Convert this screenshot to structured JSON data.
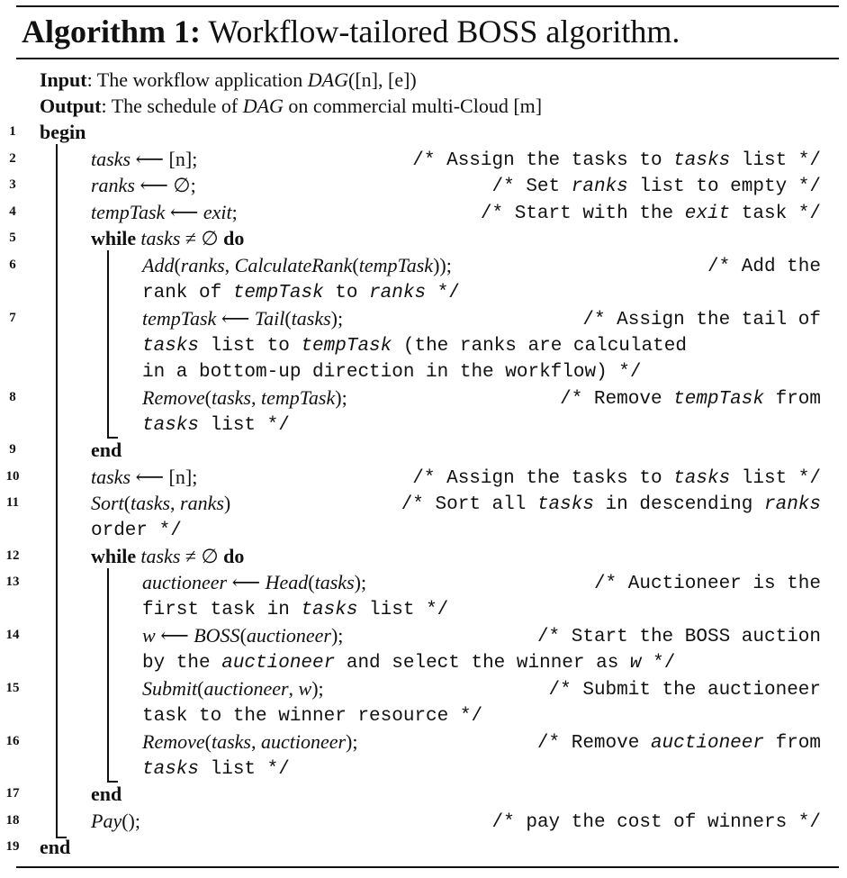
{
  "algorithm": {
    "caption_label": "Algorithm 1:",
    "caption_text": "Workflow-tailored BOSS algorithm.",
    "input_label": "Input",
    "input_text": ": The workflow application ",
    "input_math": "DAG",
    "input_args": "([n], [e])",
    "output_label": "Output",
    "output_text_1": ": The schedule of ",
    "output_math": "DAG",
    "output_text_2": " on commercial multi-Cloud [m]",
    "lines": {
      "l1": {
        "num": "1",
        "kw": "begin"
      },
      "l2": {
        "num": "2",
        "a": "tasks",
        "op": " ⟵ [n];",
        "c1": "/* Assign the tasks to ",
        "ci": "tasks",
        "c2": " list */"
      },
      "l3": {
        "num": "3",
        "a": "ranks",
        "op": " ⟵ ∅;",
        "c1": "/* Set ",
        "ci": "ranks",
        "c2": " list to empty */"
      },
      "l4": {
        "num": "4",
        "a": "tempTask",
        "op": " ⟵ ",
        "b": "exit",
        "op2": ";",
        "c1": "/* Start with the ",
        "ci": "exit",
        "c2": " task */"
      },
      "l5": {
        "num": "5",
        "kw": "while",
        "cond_a": "tasks",
        "cond_op": " ≠ ∅ ",
        "kw2": "do"
      },
      "l6": {
        "num": "6",
        "f": "Add",
        "p1": "(",
        "a": "ranks",
        "p2": ", ",
        "g": "CalculateRank",
        "p3": "(",
        "b": "tempTask",
        "p4": "));",
        "c1": "/* Add the",
        "cont1": "rank of ",
        "conti": "tempTask",
        "cont2": " to ",
        "conti2": "ranks",
        "cont3": " */"
      },
      "l7": {
        "num": "7",
        "a": "tempTask",
        "op": " ⟵ ",
        "f": "Tail",
        "p1": "(",
        "b": "tasks",
        "p2": ");",
        "c1": "/* Assign the tail of",
        "cont_i": "tasks",
        "cont_1": " list to ",
        "cont_i2": "tempTask",
        "cont_2": " (the ranks are calculated",
        "cont_3": "in a bottom-up direction in the workflow) */"
      },
      "l8": {
        "num": "8",
        "f": "Remove",
        "p1": "(",
        "a": "tasks",
        "p2": ", ",
        "b": "tempTask",
        "p3": ");",
        "c1": "/* Remove ",
        "ci": "tempTask",
        "c2": " from",
        "cont_i": "tasks",
        "cont_1": " list */"
      },
      "l9": {
        "num": "9",
        "kw": "end"
      },
      "l10": {
        "num": "10",
        "a": "tasks",
        "op": " ⟵ [n];",
        "c1": "/* Assign the tasks to ",
        "ci": "tasks",
        "c2": " list */"
      },
      "l11": {
        "num": "11",
        "f": "Sort",
        "p1": "(",
        "a": "tasks",
        "p2": ", ",
        "b": "ranks",
        "p3": ")",
        "c1": "/* Sort all ",
        "ci": "tasks",
        "c2": " in descending ",
        "ci2": "ranks",
        "cont_1": "order */"
      },
      "l12": {
        "num": "12",
        "kw": "while",
        "cond_a": "tasks",
        "cond_op": " ≠ ∅ ",
        "kw2": "do"
      },
      "l13": {
        "num": "13",
        "a": "auctioneer",
        "op": " ⟵ ",
        "f": "Head",
        "p1": "(",
        "b": "tasks",
        "p2": ");",
        "c1": "/* Auctioneer is the",
        "cont_1": "first task in ",
        "cont_i": "tasks",
        "cont_2": " list */"
      },
      "l14": {
        "num": "14",
        "a": "w",
        "op": " ⟵ ",
        "f": "BOSS",
        "p1": "(",
        "b": "auctioneer",
        "p2": ");",
        "c1": "/* Start the BOSS auction",
        "cont_1": "by the ",
        "cont_i": "auctioneer",
        "cont_2": " and select the winner as ",
        "cont_i2": "w",
        "cont_3": " */"
      },
      "l15": {
        "num": "15",
        "f": "Submit",
        "p1": "(",
        "a": "auctioneer",
        "p2": ", ",
        "b": "w",
        "p3": ");",
        "c1": "/* Submit the auctioneer",
        "cont_1": "task to the winner resource */"
      },
      "l16": {
        "num": "16",
        "f": "Remove",
        "p1": "(",
        "a": "tasks",
        "p2": ", ",
        "b": "auctioneer",
        "p3": ");",
        "c1": "/* Remove ",
        "ci": "auctioneer",
        "c2": " from",
        "cont_i": "tasks",
        "cont_1": " list */"
      },
      "l17": {
        "num": "17",
        "kw": "end"
      },
      "l18": {
        "num": "18",
        "f": "Pay",
        "p1": "();",
        "c1": "/* pay the cost of winners */"
      },
      "l19": {
        "num": "19",
        "kw": "end"
      }
    }
  }
}
